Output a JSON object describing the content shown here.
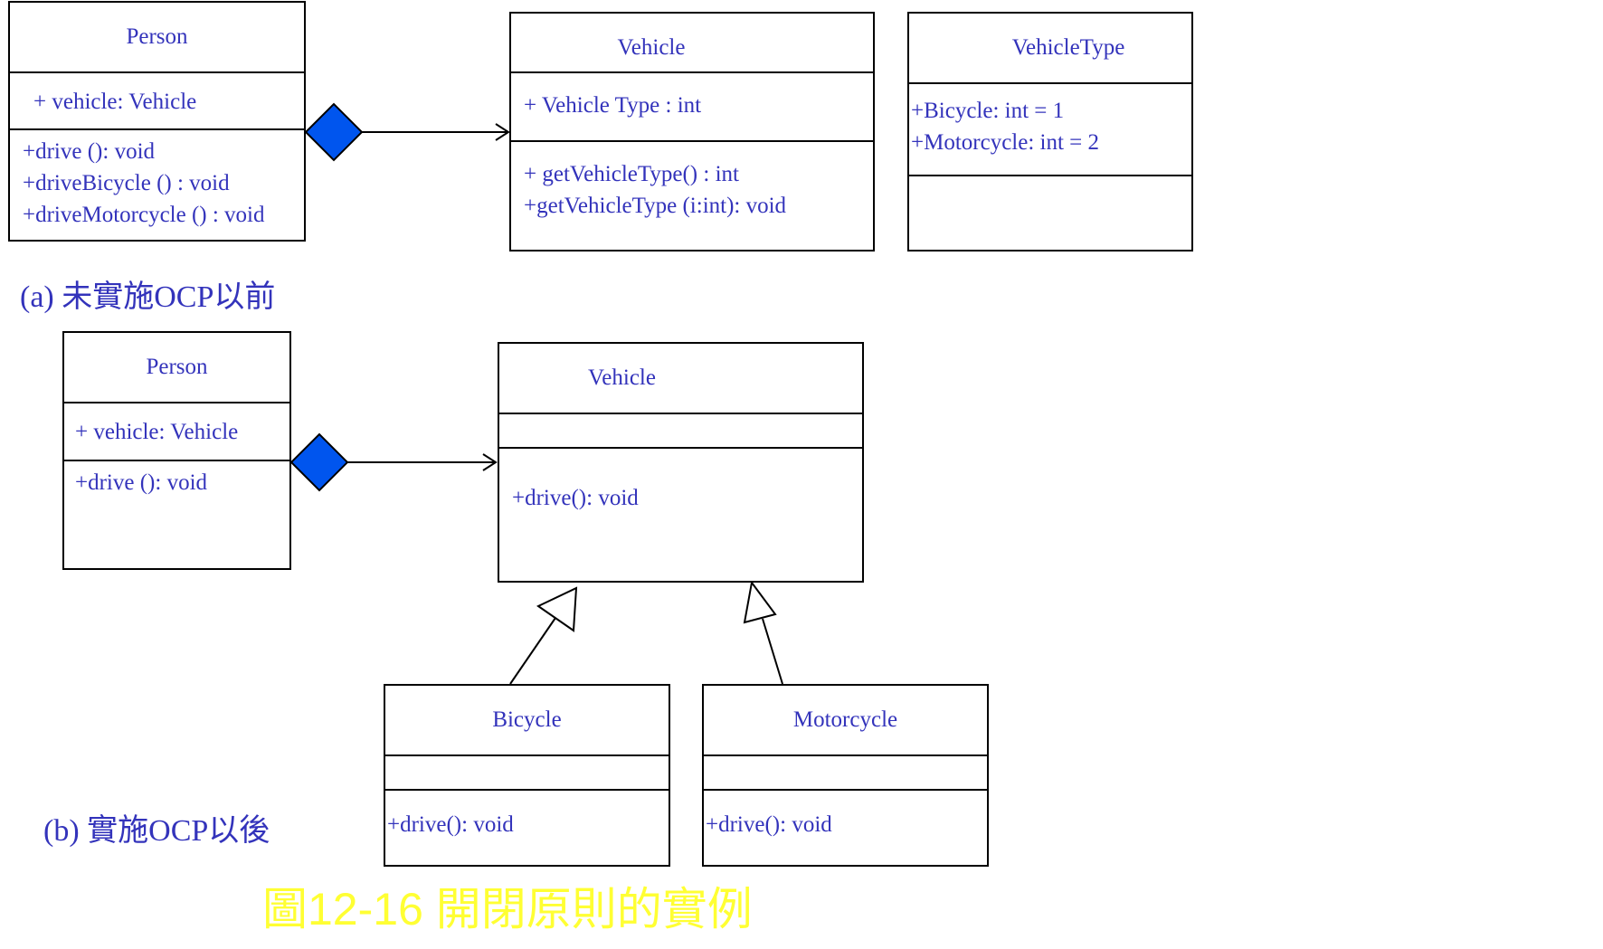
{
  "diagram_a": {
    "caption": "(a) 未實施OCP以前",
    "person": {
      "name": "Person",
      "attributes": [
        "+ vehicle: Vehicle"
      ],
      "methods": [
        "+drive (): void",
        "+driveBicycle  () : void",
        "+driveMotorcycle  () : void"
      ]
    },
    "vehicle": {
      "name": "Vehicle",
      "attributes": [
        "+ Vehicle Type : int"
      ],
      "methods": [
        "+ getVehicleType()  : int",
        "+getVehicleType  (i:int): void"
      ]
    },
    "vehicle_type": {
      "name": "VehicleType",
      "attributes": [
        "+Bicycle:  int = 1",
        "+Motorcycle:  int = 2"
      ],
      "methods": []
    }
  },
  "diagram_b": {
    "caption": "(b) 實施OCP以後",
    "person": {
      "name": "Person",
      "attributes": [
        "+ vehicle: Vehicle"
      ],
      "methods": [
        "+drive (): void"
      ]
    },
    "vehicle": {
      "name": "Vehicle",
      "attributes": [],
      "methods": [
        "+drive(): void"
      ]
    },
    "bicycle": {
      "name": "Bicycle",
      "attributes": [],
      "methods": [
        "+drive(): void"
      ]
    },
    "motorcycle": {
      "name": "Motorcycle",
      "attributes": [],
      "methods": [
        "+drive(): void"
      ]
    }
  },
  "figure_caption": "圖12-16 開閉原則的實例",
  "colors": {
    "text": "#3333bb",
    "aggregation_diamond": "#0055ee",
    "figure_caption": "#ffff33"
  }
}
